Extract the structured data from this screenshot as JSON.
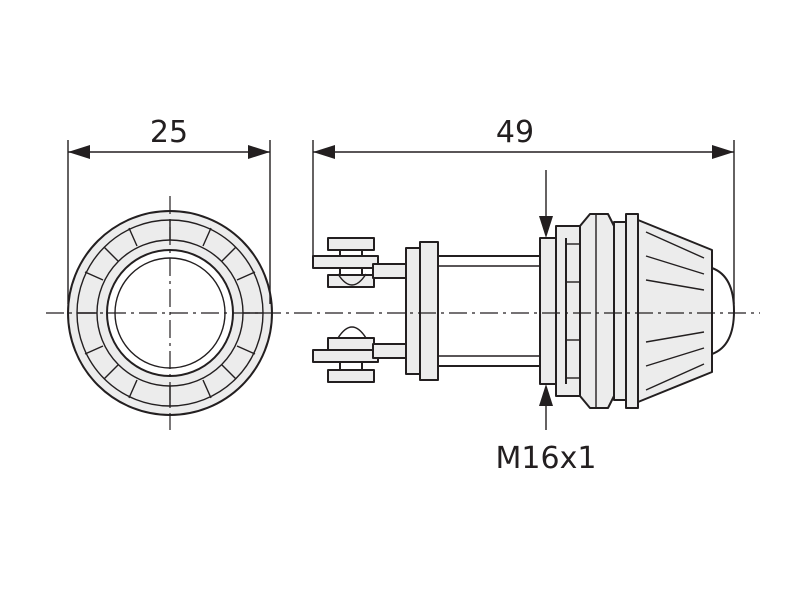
{
  "dimensions": {
    "diameter": "25",
    "length": "49",
    "thread": "M16x1"
  },
  "colors": {
    "line": "#231f20",
    "fill": "#ececec",
    "background": "#ffffff"
  }
}
